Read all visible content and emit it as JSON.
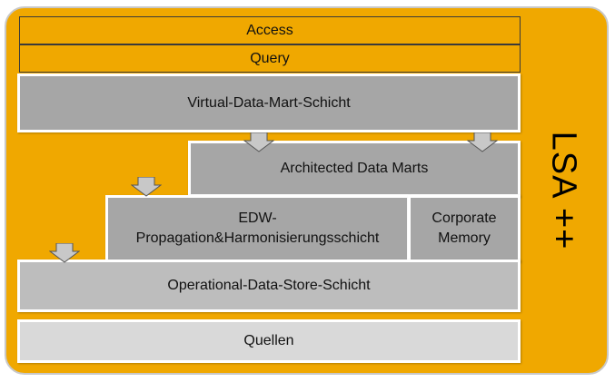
{
  "layers": {
    "access": "Access",
    "query": "Query",
    "virtual_data_mart": "Virtual-Data-Mart-Schicht",
    "architected_data_marts": "Architected Data Marts",
    "edw_line1": "EDW-",
    "edw_line2": "Propagation&Harmonisierungsschicht",
    "corporate_memory_line1": "Corporate",
    "corporate_memory_line2": "Memory",
    "ods": "Operational-Data-Store-Schicht",
    "quellen": "Quellen"
  },
  "side_label": "LSA ++",
  "colors": {
    "frame_orange": "#f0a800",
    "layer_dark_gray": "#a6a6a6",
    "layer_mid_gray": "#bdbdbd",
    "layer_light_gray": "#d9d9d9",
    "arrow_gray": "#c8c8c8"
  }
}
